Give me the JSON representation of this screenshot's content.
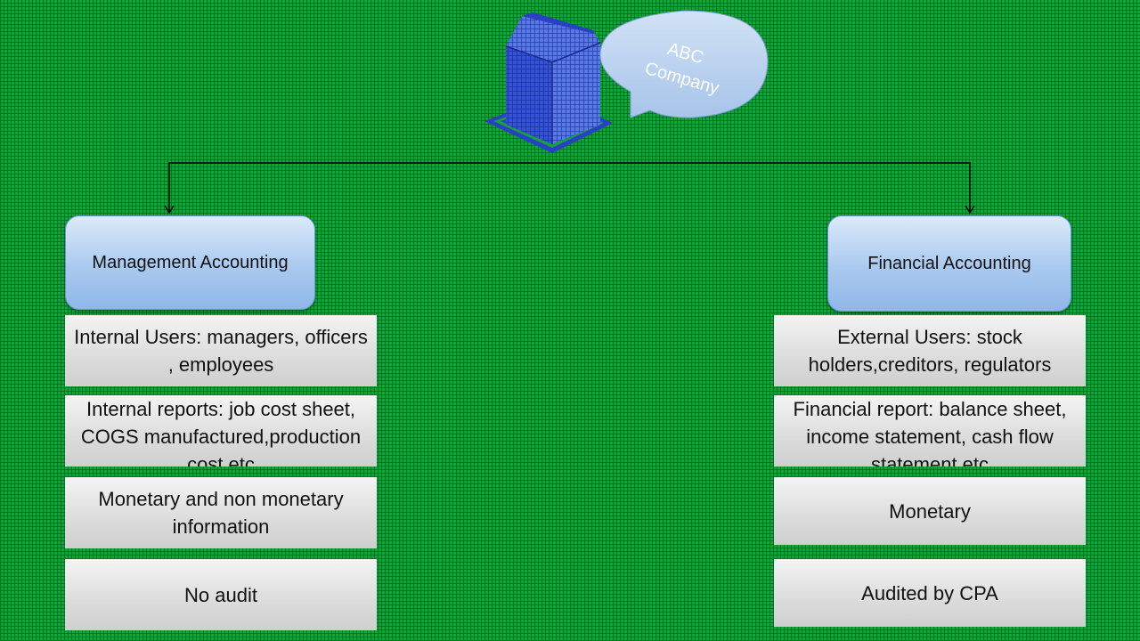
{
  "company": {
    "name_line1": "ABC",
    "name_line2": "Company",
    "bubble_color": "#bcd4f2",
    "building_color": "#2a3ec8"
  },
  "colors": {
    "background": "#14a23a",
    "header_fill": "#a9c9ef",
    "detail_fill": "#dcdcdc"
  },
  "management": {
    "title": "Management Accounting",
    "items": [
      "Internal Users: managers, officers , employees",
      "Internal reports: job cost sheet, COGS manufactured,production cost etc",
      "Monetary and non monetary information",
      "No audit"
    ]
  },
  "financial": {
    "title": "Financial Accounting",
    "items": [
      "External Users: stock holders,creditors, regulators",
      "Financial report: balance sheet, income statement, cash flow statement etc",
      "Monetary",
      "Audited by CPA"
    ]
  }
}
